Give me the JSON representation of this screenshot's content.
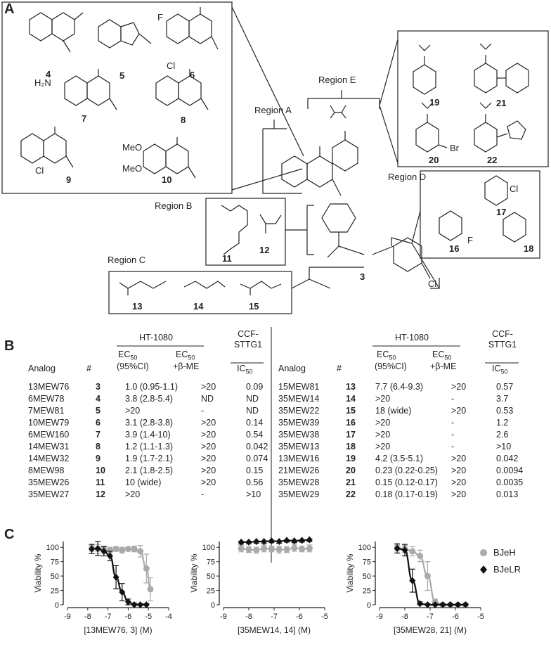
{
  "panel_labels": {
    "a": "A",
    "b": "B",
    "c": "C"
  },
  "panel_a": {
    "regions": [
      "Region A",
      "Region B",
      "Region C",
      "Region D",
      "Region E"
    ],
    "compound_numbers": [
      "4",
      "5",
      "6",
      "7",
      "8",
      "9",
      "10",
      "19",
      "21",
      "20",
      "22",
      "17",
      "16",
      "18",
      "11",
      "12",
      "13",
      "14",
      "15",
      "3"
    ],
    "atom_labels": {
      "h2n": "H₂N",
      "cl": "Cl",
      "f": "F",
      "meo": "MeO",
      "br": "Br",
      "n": "N",
      "h": "H",
      "o": "O"
    }
  },
  "table": {
    "group_header": "HT-1080",
    "ccf_header": "CCF-\nSTTG1",
    "ccf_line1": "CCF-",
    "ccf_line2": "STTG1",
    "ec50_label": "EC",
    "sub50": "50",
    "ec50_ci": "(95%CI)",
    "bme": "+β-ME",
    "ic50": "IC",
    "col_analog": "Analog",
    "col_num": "#",
    "left_rows": [
      [
        "13MEW76",
        "3",
        "1.0 (0.95-1.1)",
        ">20",
        "0.09"
      ],
      [
        "6MEW78",
        "4",
        "3.8 (2.8-5.4)",
        "ND",
        "ND"
      ],
      [
        "7MEW81",
        "5",
        ">20",
        "-",
        "ND"
      ],
      [
        "10MEW79",
        "6",
        "3.1 (2.8-3.8)",
        ">20",
        "0.14"
      ],
      [
        "6MEW160",
        "7",
        "3.9 (1.4-10)",
        ">20",
        "0.54"
      ],
      [
        "14MEW31",
        "8",
        "1.2 (1.1-1.3)",
        ">20",
        "0.042"
      ],
      [
        "14MEW32",
        "9",
        "1.9 (1.7-2.1)",
        ">20",
        "0.074"
      ],
      [
        "8MEW98",
        "10",
        "2.1 (1.8-2.5)",
        ">20",
        "0.15"
      ],
      [
        "35MEW26",
        "11",
        "10 (wide)",
        ">20",
        "0.56"
      ],
      [
        "35MEW27",
        "12",
        ">20",
        "-",
        ">10"
      ]
    ],
    "right_rows": [
      [
        "15MEW81",
        "13",
        "7.7 (6.4-9.3)",
        ">20",
        "0.57"
      ],
      [
        "35MEW14",
        "14",
        ">20",
        "-",
        "3.7"
      ],
      [
        "35MEW22",
        "15",
        "18 (wide)",
        ">20",
        "0.53"
      ],
      [
        "35MEW39",
        "16",
        ">20",
        "-",
        "1.2"
      ],
      [
        "35MEW38",
        "17",
        ">20",
        "-",
        "2.6"
      ],
      [
        "35MEW13",
        "18",
        ">20",
        "-",
        ">10"
      ],
      [
        "13MEW16",
        "19",
        "4.2 (3.5-5.1)",
        ">20",
        "0.042"
      ],
      [
        "21MEW26",
        "20",
        "0.23 (0.22-0.25)",
        ">20",
        "0.0094"
      ],
      [
        "35MEW28",
        "21",
        "0.15 (0.12-0.17)",
        ">20",
        "0.0035"
      ],
      [
        "35MEW29",
        "22",
        "0.18 (0.17-0.19)",
        ">20",
        "0.013"
      ]
    ]
  },
  "chart_data": [
    {
      "type": "scatter",
      "xlabel": "[13MEW76, 3] (M)",
      "ylabel": "Viability %",
      "xlim": [
        -9,
        -4
      ],
      "ylim": [
        0,
        110
      ],
      "xticks": [
        "-9",
        "-8",
        "-7",
        "-6",
        "-5",
        "-4"
      ],
      "yticks": [
        "0",
        "25",
        "50",
        "75",
        "100"
      ],
      "series": [
        {
          "name": "BJeH",
          "color": "#aaaaaa",
          "marker": "circle",
          "x": [
            -7.8,
            -7.5,
            -7.2,
            -6.9,
            -6.6,
            -6.3,
            -6.0,
            -5.7,
            -5.4,
            -5.1,
            -4.9
          ],
          "y": [
            98,
            97,
            96,
            95,
            97,
            95,
            97,
            97,
            93,
            63,
            27
          ],
          "err": [
            5,
            8,
            6,
            5,
            4,
            5,
            3,
            5,
            10,
            25,
            20
          ]
        },
        {
          "name": "BJeLR",
          "color": "#111111",
          "marker": "diamond",
          "x": [
            -7.8,
            -7.5,
            -7.2,
            -6.9,
            -6.6,
            -6.3,
            -6.0,
            -5.7,
            -5.4,
            -5.1
          ],
          "y": [
            97,
            98,
            93,
            85,
            48,
            22,
            5,
            0,
            0,
            -2
          ],
          "err": [
            8,
            12,
            8,
            8,
            20,
            15,
            5,
            3,
            2,
            2
          ]
        }
      ]
    },
    {
      "type": "scatter",
      "xlabel": "[35MEW14, 14] (M)",
      "ylabel": "Viability %",
      "xlim": [
        -9,
        -5
      ],
      "ylim": [
        0,
        110
      ],
      "xticks": [
        "-9",
        "-8",
        "-7",
        "-6",
        "-5"
      ],
      "yticks": [
        "0",
        "25",
        "50",
        "75",
        "100"
      ],
      "series": [
        {
          "name": "BJeH",
          "color": "#aaaaaa",
          "marker": "circle",
          "x": [
            -8.3,
            -8.0,
            -7.7,
            -7.4,
            -7.1,
            -6.8,
            -6.5,
            -6.2,
            -5.9,
            -5.6
          ],
          "y": [
            98,
            96,
            95,
            98,
            97,
            96,
            96,
            99,
            97,
            98
          ],
          "err": [
            6,
            5,
            5,
            6,
            5,
            6,
            5,
            6,
            5,
            6
          ]
        },
        {
          "name": "BJeLR",
          "color": "#111111",
          "marker": "diamond",
          "x": [
            -8.3,
            -8.0,
            -7.7,
            -7.4,
            -7.1,
            -6.8,
            -6.5,
            -6.2,
            -5.9,
            -5.6
          ],
          "y": [
            109,
            109,
            110,
            110,
            111,
            110,
            112,
            111,
            112,
            113
          ],
          "err": [
            3,
            3,
            3,
            3,
            3,
            3,
            3,
            3,
            3,
            3
          ]
        }
      ]
    },
    {
      "type": "scatter",
      "xlabel": "[35MEW28, 21] (M)",
      "ylabel": "Viability %",
      "xlim": [
        -9,
        -5
      ],
      "ylim": [
        0,
        110
      ],
      "xticks": [
        "-9",
        "-8",
        "-7",
        "-6",
        "-5"
      ],
      "yticks": [
        "0",
        "25",
        "50",
        "75",
        "100"
      ],
      "series": [
        {
          "name": "BJeH",
          "color": "#aaaaaa",
          "marker": "circle",
          "x": [
            -8.3,
            -8.0,
            -7.7,
            -7.4,
            -7.1,
            -6.8,
            -6.5,
            -6.2,
            -5.9,
            -5.6
          ],
          "y": [
            99,
            97,
            93,
            85,
            50,
            5,
            0,
            0,
            -1,
            -1
          ],
          "err": [
            5,
            6,
            8,
            10,
            25,
            5,
            3,
            2,
            2,
            2
          ]
        },
        {
          "name": "BJeLR",
          "color": "#111111",
          "marker": "diamond",
          "x": [
            -8.3,
            -8.0,
            -7.7,
            -7.4,
            -7.1,
            -6.8,
            -6.5,
            -6.2,
            -5.9,
            -5.6
          ],
          "y": [
            98,
            95,
            42,
            2,
            0,
            0,
            0,
            -1,
            -1,
            -1
          ],
          "err": [
            8,
            10,
            20,
            3,
            2,
            2,
            2,
            2,
            2,
            2
          ]
        }
      ]
    }
  ],
  "legend": [
    {
      "label": "BJeH",
      "color": "#aaaaaa",
      "marker": "circle"
    },
    {
      "label": "BJeLR",
      "color": "#111111",
      "marker": "diamond"
    }
  ]
}
